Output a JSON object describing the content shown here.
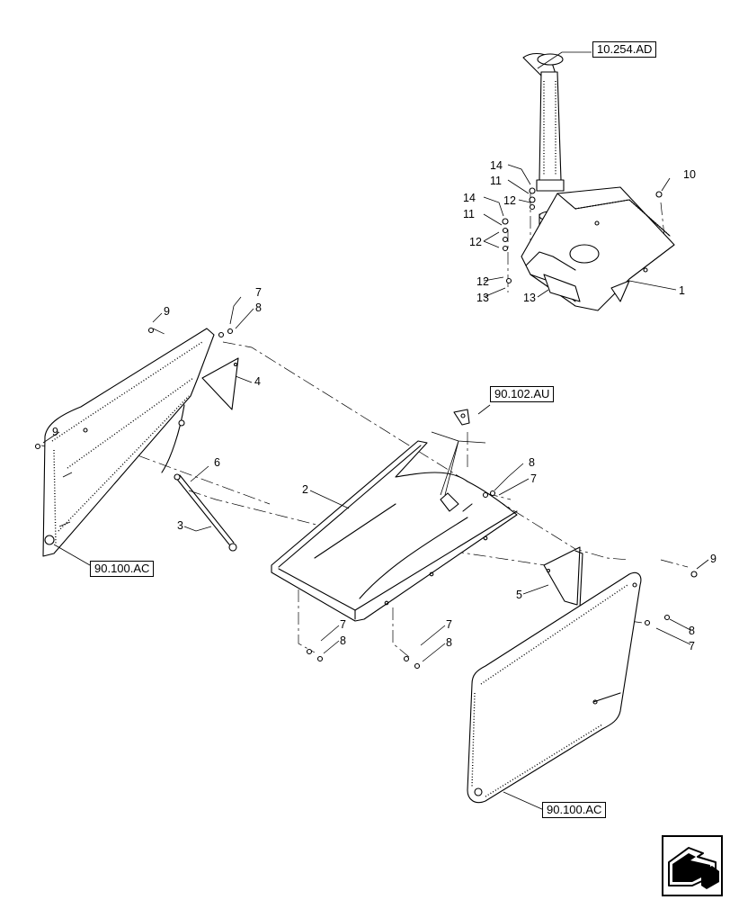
{
  "references": {
    "top_right": "10.254.AD",
    "center": "90.102.AU",
    "left_door": "90.100.AC",
    "right_door": "90.100.AC"
  },
  "callouts": {
    "c1": "1",
    "c2": "2",
    "c3": "3",
    "c4": "4",
    "c5": "5",
    "c6": "6",
    "c7a": "7",
    "c7b": "7",
    "c7c": "7",
    "c7d": "7",
    "c7e": "7",
    "c8a": "8",
    "c8b": "8",
    "c8c": "8",
    "c8d": "8",
    "c8e": "8",
    "c9a": "9",
    "c9b": "9",
    "c9c": "9",
    "c10": "10",
    "c11a": "11",
    "c11b": "11",
    "c12a": "12",
    "c12b": "12",
    "c12c": "12",
    "c13a": "13",
    "c13b": "13",
    "c14a": "14",
    "c14b": "14"
  },
  "icons": {
    "navigation": "next-page-arrow-icon"
  }
}
